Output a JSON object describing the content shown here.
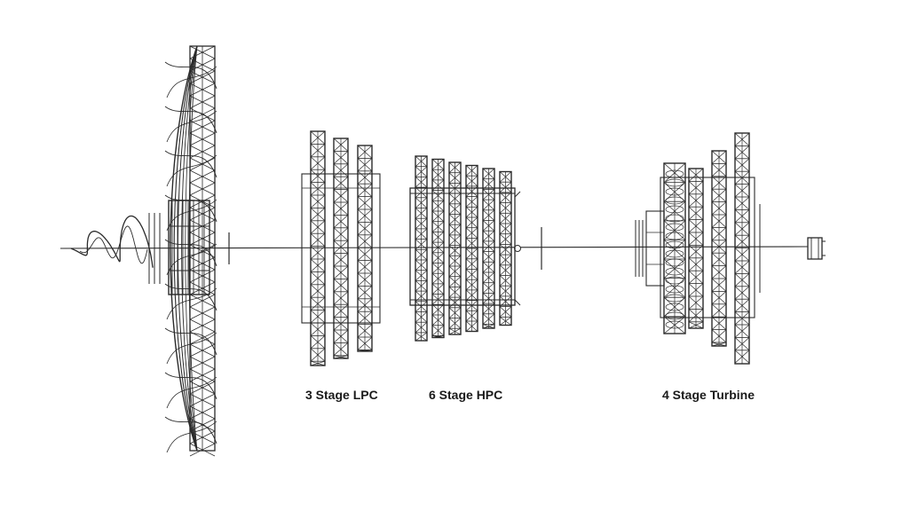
{
  "labels": {
    "lpc": "3 Stage LPC",
    "hpc": "6 Stage HPC",
    "turbine": "4 Stage Turbine"
  },
  "components": {
    "fan": {
      "icon": "fan-wireframe"
    },
    "spinner": {
      "icon": "spiral-spinner"
    },
    "lpc": {
      "stages": 3
    },
    "hpc": {
      "stages": 6
    },
    "turbine": {
      "stages": 4
    },
    "shaft_end": {
      "icon": "shaft-coupling"
    }
  },
  "colors": {
    "stroke": "#2a2a2a",
    "background": "#ffffff"
  }
}
